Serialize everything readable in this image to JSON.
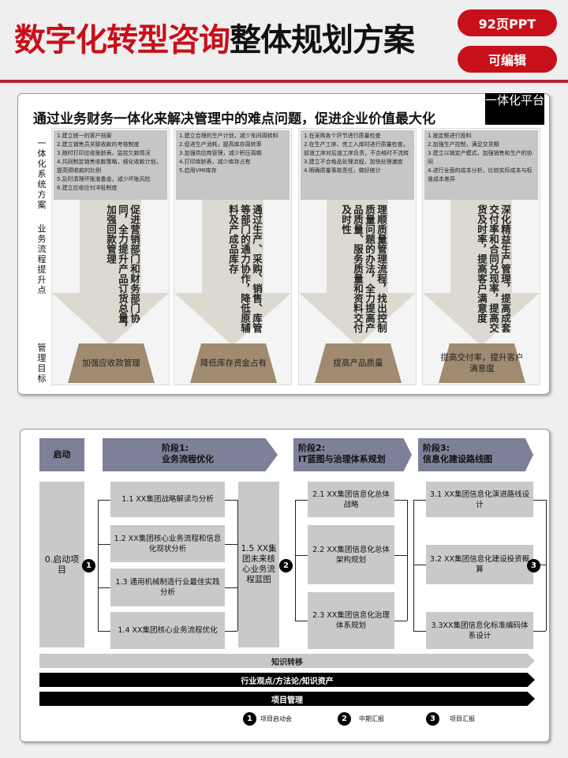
{
  "header": {
    "title_red": "数字化转型咨询",
    "title_black": "整体规划方案",
    "badge_pages": "92页PPT",
    "badge_editable": "可编辑"
  },
  "colors": {
    "accent_red": "#c8101a",
    "phase": "#7e7f98",
    "goal": "#a08a70"
  },
  "card1": {
    "title": "通过业务财务一体化来解决管理中的难点问题，促进企业价值最大化",
    "platform": "一体化平台",
    "row_labels": [
      "一体化系统方案",
      "业务流程提升点",
      "管理目标"
    ],
    "columns": [
      {
        "items": [
          "1.建立统一的客户档案",
          "2.建立销售员关联收款的考核制度",
          "3.随时打印应收账龄表，监控欠款情况",
          "4.共同制定销售收款策略，细化收款计划，提高预收款的比例",
          "5.及时清理坏账准备金，减少坏账风险",
          "6.建立应收应付冲抵制度"
        ],
        "improve": "促进营销部门和财务部门协同，全力提升产品订货总量，加强回款管理",
        "goal": "加强应收款管理"
      },
      {
        "items": [
          "1.建立合理的生产计划，减少车间周转料",
          "2.促进生产消耗，提高库存周转率",
          "3.加强供应商管理，减少积压周期",
          "4.打印库龄表，减少库存占有",
          "5.启用VMI库存"
        ],
        "improve": "通过生产、采购、销售、库管等部门的通力协作，降低原辅料及产成品库存",
        "goal": "降低库存资金占有"
      },
      {
        "items": [
          "1.在采购各个环节进行质量检查",
          "2.在生产工序、完工入库时进行质量检查，前道工序对后道工序负责，不合格时不流转",
          "3.建立不合格品处理流程，加快处理速度",
          "4.明确质量事故责任，做好统计"
        ],
        "improve": "理顺质量管理流程，找出控制质量问题的办法，全力提高产品质量、服务质量和资料交付及时性",
        "goal": "提高产品质量"
      },
      {
        "items": [
          "1.按定额进行投料",
          "2.加强生产控制，满足交货期",
          "3.建立以销定产模式，加强销售和生产的协同",
          "4.进行全面的成本分析，比较实际成本与标准成本差异"
        ],
        "improve": "深化精益生产管理，提高成套交付率和合同兑现率，提高交货及时率，提高客户满意度",
        "goal": "提高交付率，提升客户满意度"
      }
    ]
  },
  "card2": {
    "phases": [
      {
        "label": "启动"
      },
      {
        "label": "阶段1:",
        "sub": "业务流程优化"
      },
      {
        "label": "阶段2:",
        "sub": "IT蓝图与治理体系规划"
      },
      {
        "label": "阶段3:",
        "sub": "信息化建设路线图"
      }
    ],
    "start": "0.启动项目",
    "stage1": [
      "1.1 XX集团战略解读与分析",
      "1.2 XX集团核心业务流程和信息化现状分析",
      "1.3 通用机械制造行业最佳实践分析",
      "1.4 XX集团核心业务流程优化"
    ],
    "stage1_out": "1.5 XX集团未来核心业务流程蓝图",
    "stage2": [
      "2.1 XX集团信息化总体战略",
      "2.2 XX集团信息化总体架构规划",
      "2.3 XX集团信息化治理体系规划"
    ],
    "stage3": [
      "3.1 XX集团信息化演进路线设计",
      "3.2 XX集团信息化建设投资概算",
      "3.3XX集团信息化标准编码体系设计"
    ],
    "bars": [
      "知识转移",
      "行业观点/方法论/知识资产",
      "项目管理"
    ],
    "milestones": [
      {
        "n": "1",
        "label": "项目启动会"
      },
      {
        "n": "2",
        "label": "中期汇报"
      },
      {
        "n": "3",
        "label": "项目汇报"
      }
    ]
  }
}
